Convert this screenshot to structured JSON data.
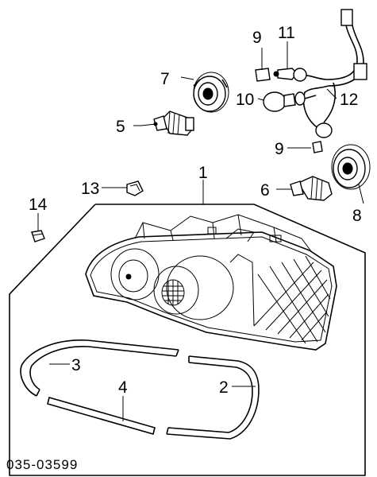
{
  "diagram": {
    "part_code": "035-03599",
    "callouts": {
      "c1": "1",
      "c2": "2",
      "c3": "3",
      "c4": "4",
      "c5": "5",
      "c6": "6",
      "c7": "7",
      "c8": "8",
      "c9a": "9",
      "c9b": "9",
      "c10": "10",
      "c11": "11",
      "c12": "12",
      "c13": "13",
      "c14": "14"
    }
  }
}
